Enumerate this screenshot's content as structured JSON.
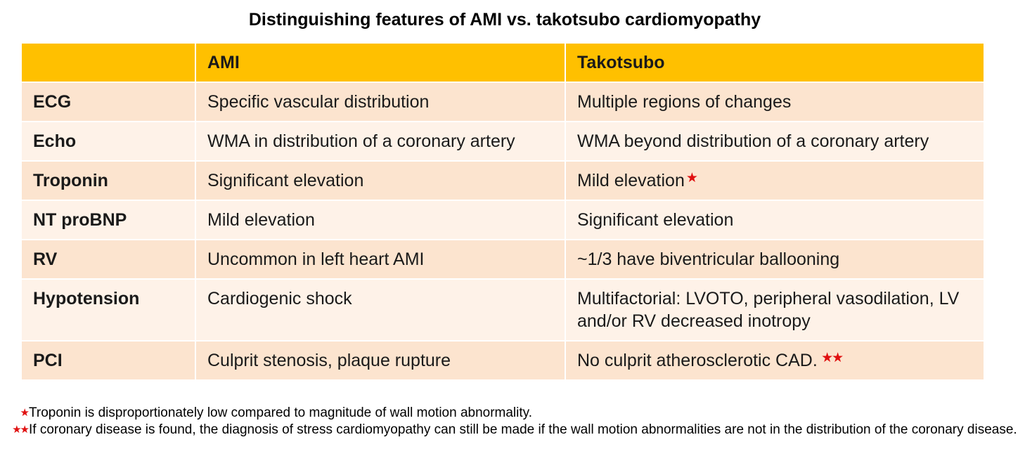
{
  "title": "Distinguishing features of AMI vs. takotsubo cardiomyopathy",
  "table": {
    "headers": [
      "",
      "AMI",
      "Takotsubo"
    ],
    "rows": [
      {
        "feature": "ECG",
        "ami": "Specific vascular distribution",
        "takotsubo": "Multiple regions of changes",
        "mark": ""
      },
      {
        "feature": "Echo",
        "ami": "WMA in distribution of a coronary artery",
        "takotsubo": "WMA beyond distribution of a coronary artery",
        "mark": ""
      },
      {
        "feature": "Troponin",
        "ami": "Significant elevation",
        "takotsubo": "Mild elevation",
        "mark": "★"
      },
      {
        "feature": "NT proBNP",
        "ami": "Mild elevation",
        "takotsubo": "Significant elevation",
        "mark": ""
      },
      {
        "feature": "RV",
        "ami": "Uncommon in left heart AMI",
        "takotsubo": "~1/3 have biventricular ballooning",
        "mark": ""
      },
      {
        "feature": "Hypotension",
        "ami": "Cardiogenic shock",
        "takotsubo": "Multifactorial: LVOTO, peripheral vasodilation, LV and/or RV decreased inotropy",
        "mark": ""
      },
      {
        "feature": "PCI",
        "ami": "Culprit stenosis, plaque rupture",
        "takotsubo": "No culprit atherosclerotic CAD.",
        "mark": " ★★"
      }
    ]
  },
  "footnotes": [
    {
      "mark": "★",
      "text": "Troponin is disproportionately low compared to magnitude of wall motion abnormality."
    },
    {
      "mark": "★★",
      "text": "If coronary disease is found, the diagnosis of stress cardiomyopathy can still be made if the wall motion abnormalities are not in the distribution of the coronary disease."
    }
  ],
  "colors": {
    "header_bg": "#FFC000",
    "row_odd_bg": "#FCE4CF",
    "row_even_bg": "#FEF2E8",
    "star": "#E01010"
  }
}
